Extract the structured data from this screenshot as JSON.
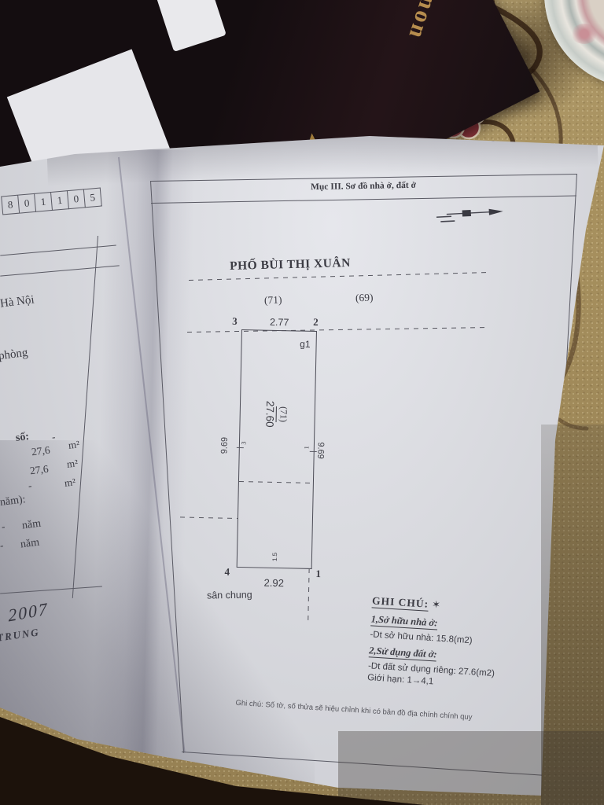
{
  "palette": {
    "paper": "#d8d9de",
    "ink": "#3c3c44",
    "frame_line": "#5a5a64",
    "tablecloth_gold": "#a8915f",
    "swirl_brown": "#3a2415",
    "flower_red": "#a84a50",
    "book_cover": "#191014",
    "gold_accent": "#b68d4e",
    "shadow_dark": "#20150d"
  },
  "background": {
    "book_spine_text": "non"
  },
  "left_page": {
    "digit_boxes": [
      "8",
      "0",
      "1",
      "1",
      "0",
      "5"
    ],
    "city": "Hà Nội",
    "room_fragment": "phòng",
    "number_fragment": "số:",
    "dash": "-",
    "area_value_1": "27,6",
    "area_unit_1": "m²",
    "area_value_2": "27,6",
    "area_unit_2": "m²",
    "area_unit_3": "m²",
    "year_fragment": "năm):",
    "year_label_1": "năm",
    "year_label_2": "năm",
    "handwritten_year": "2007",
    "handwritten_name": "TRUNG"
  },
  "document": {
    "section_header": "Mục III. Sơ đồ nhà ở, đất ở",
    "street_name": "PHỐ BÙI THỊ XUÂN",
    "neighbor_left": "(71)",
    "neighbor_right": "(69)",
    "plot": {
      "corner_3": "3",
      "corner_2": "2",
      "corner_4": "4",
      "corner_1": "1",
      "dim_top": "2.77",
      "dim_bottom": "2.92",
      "dim_left": "9.69",
      "dim_right": "9.69",
      "dim_length": "27.60",
      "parcel_label": "(71)",
      "gate_label": "g1",
      "tick_left": "3",
      "tick_right": "1",
      "dim_notch": "1.5",
      "courtyard": "sân chung"
    },
    "notes": {
      "title": "GHI CHÚ:",
      "star": "✶",
      "item1_heading": "1,Sở hữu nhà ở:",
      "item1_detail": "-Dt sở hữu nhà: 15.8(m2)",
      "item2_heading": "2,Sử dụng đất ở:",
      "item2_detail": "-Dt đất sử dụng riêng: 27.6(m2)",
      "boundary": "Giới hạn: 1→4,1"
    },
    "footer_note": "Ghi chú: Số tờ, số thửa sẽ hiệu chỉnh khi có bản đồ địa chính chính quy"
  }
}
